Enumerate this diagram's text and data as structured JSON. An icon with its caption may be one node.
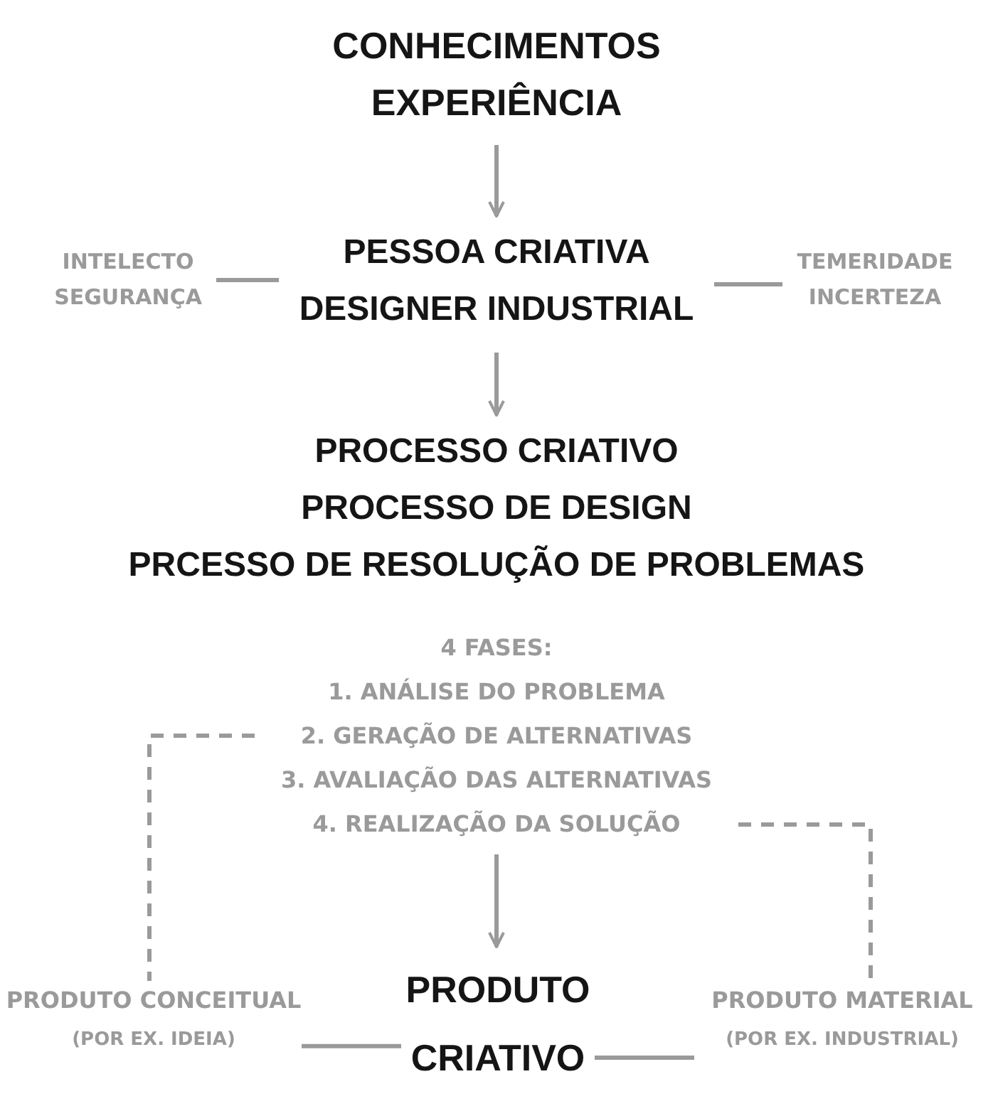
{
  "diagram": {
    "nodes": [
      {
        "text": [
          "CONHECIMENTOS",
          "EXPERIÊNCIA"
        ]
      },
      {
        "text": [
          "INTELECTO",
          "SEGURANÇA"
        ]
      },
      {
        "text": [
          "PESSOA CRIATIVA",
          "DESIGNER INDUSTRIAL"
        ]
      },
      {
        "text": [
          "TEMERIDADE",
          "INCERTEZA"
        ]
      },
      {
        "text": [
          "PROCESSO CRIATIVO",
          "PROCESSO DE DESIGN",
          "PRCESSO DE RESOLUÇÃO DE PROBLEMAS"
        ]
      },
      {
        "text": [
          "4 FASES:",
          "1. ANÁLISE DO PROBLEMA",
          "2. GERAÇÃO DE ALTERNATIVAS",
          "3. AVALIAÇÃO DAS ALTERNATIVAS",
          "4. REALIZAÇÃO DA SOLUÇÃO"
        ]
      },
      {
        "text": [
          "PRODUTO CONCEITUAL",
          "(POR EX. IDEIA)"
        ]
      },
      {
        "text": [
          "PRODUTO",
          "CRIATIVO"
        ]
      },
      {
        "text": [
          "PRODUTO MATERIAL",
          "(POR EX. INDUSTRIAL)"
        ]
      }
    ],
    "edges": [
      {
        "from": 0,
        "to": 2,
        "arrow": "to"
      },
      {
        "from": 1,
        "to": 2,
        "arrow": "none"
      },
      {
        "from": 2,
        "to": 3,
        "arrow": "none"
      },
      {
        "from": 2,
        "to": 4,
        "arrow": "to"
      },
      {
        "from": 5,
        "to": 6,
        "arrow": "none",
        "style": "dashed"
      },
      {
        "from": 5,
        "to": 8,
        "arrow": "none",
        "style": "dashed"
      },
      {
        "from": 5,
        "to": 7,
        "arrow": "to"
      },
      {
        "from": 6,
        "to": 7,
        "arrow": "none"
      },
      {
        "from": 7,
        "to": 8,
        "arrow": "none"
      }
    ]
  }
}
